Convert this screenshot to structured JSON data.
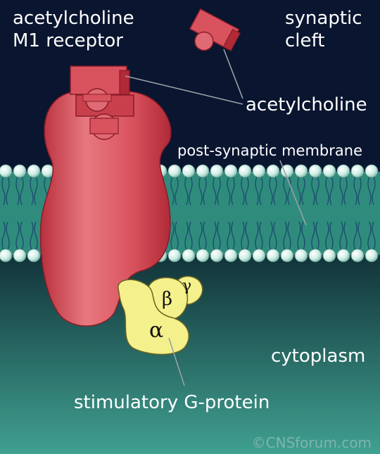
{
  "labels": {
    "receptor": "acetylcholine\nM1 receptor",
    "synaptic_cleft": "synaptic\ncleft",
    "acetylcholine": "acetylcholine",
    "membrane": "post-synaptic membrane",
    "cytoplasm": "cytoplasm",
    "g_protein": "stimulatory G-protein"
  },
  "subunits": {
    "alpha": "α",
    "beta": "β",
    "gamma": "γ"
  },
  "credit": "©CNSforum.com",
  "colors": {
    "cleft": "#0a1530",
    "cytoplasm_top": "#143a40",
    "cytoplasm_bottom": "#3f9b8c",
    "membrane": "#2f8c7d",
    "lipid_head": "#cfeee6",
    "receptor": "#d9535e",
    "g_protein": "#f4f08c"
  }
}
